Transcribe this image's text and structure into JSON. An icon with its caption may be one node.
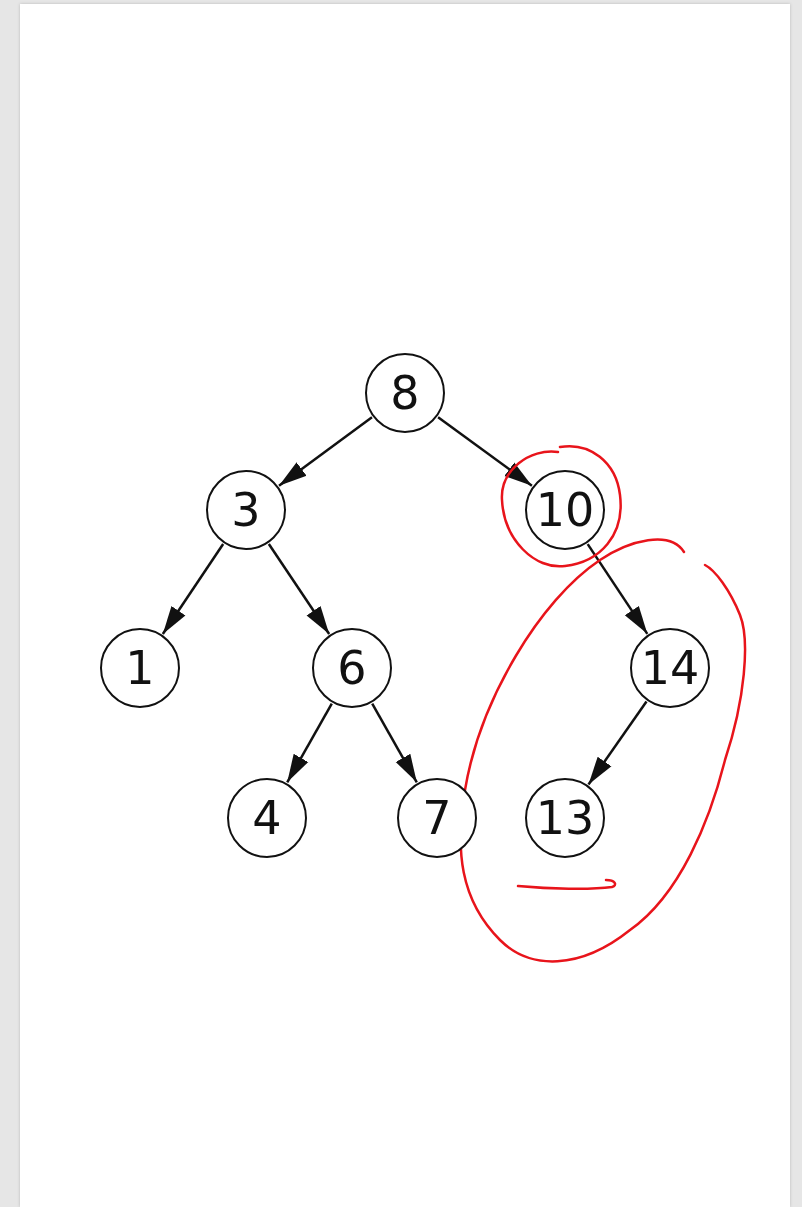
{
  "diagram": {
    "nodes": [
      {
        "text": [
          "8"
        ]
      },
      {
        "text": [
          "3"
        ]
      },
      {
        "text": [
          "10"
        ]
      },
      {
        "text": [
          "1"
        ]
      },
      {
        "text": [
          "6"
        ]
      },
      {
        "text": [
          "14"
        ]
      },
      {
        "text": [
          "4"
        ]
      },
      {
        "text": [
          "7"
        ]
      },
      {
        "text": [
          "13"
        ]
      }
    ],
    "edges": [
      {
        "from": 0,
        "to": 1,
        "arrow": "to"
      },
      {
        "from": 0,
        "to": 2,
        "arrow": "to"
      },
      {
        "from": 1,
        "to": 3,
        "arrow": "to"
      },
      {
        "from": 1,
        "to": 4,
        "arrow": "to"
      },
      {
        "from": 2,
        "to": 5,
        "arrow": "to"
      },
      {
        "from": 4,
        "to": 6,
        "arrow": "to"
      },
      {
        "from": 4,
        "to": 7,
        "arrow": "to"
      },
      {
        "from": 5,
        "to": 8,
        "arrow": "to"
      }
    ]
  }
}
